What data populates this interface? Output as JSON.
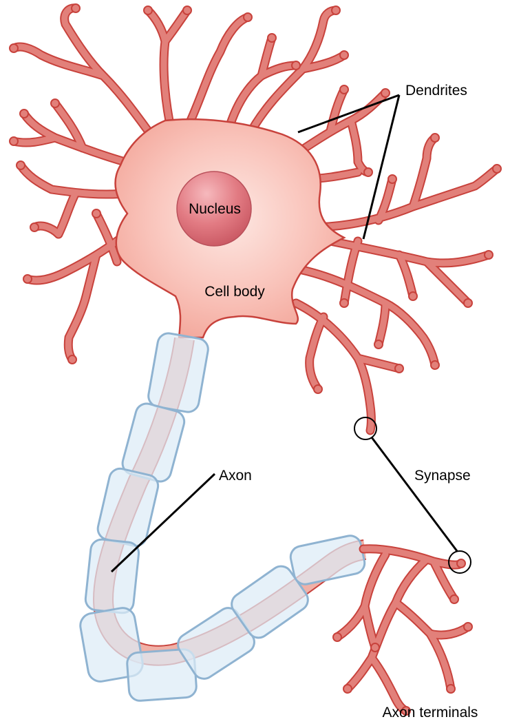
{
  "labels": {
    "dendrites": "Dendrites",
    "nucleus": "Nucleus",
    "cell_body": "Cell body",
    "axon": "Axon",
    "synapse": "Synapse",
    "axon_terminals": "Axon terminals"
  },
  "colors": {
    "cell_fill": "#f7b3aa",
    "cell_center": "#fde6e1",
    "cell_outline": "#c8423c",
    "dendrite_fill": "#e27c77",
    "nucleus_fill": "#dd6f78",
    "nucleus_highlight": "#f2a9ad",
    "myelin_fill": "#dcecf6",
    "myelin_outline": "#8fb3d1",
    "axon_core": "#e9a79c",
    "leader_line": "#000000"
  }
}
